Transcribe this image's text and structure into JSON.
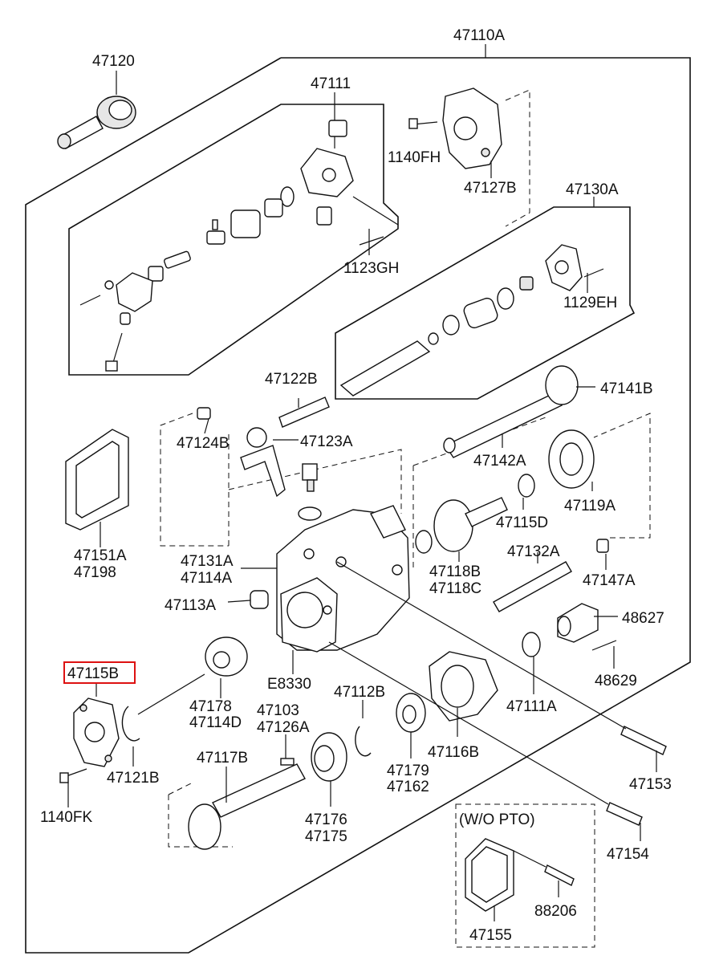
{
  "labels": {
    "assembly": "47110A",
    "shaft": "47120",
    "shift_group": "47111",
    "bolt_1140FH": "1140FH",
    "cover": "47127B",
    "bolt_1123GH": "1123GH",
    "shaft_group": "47130A",
    "bolt_1129EH": "1129EH",
    "spring": "47122B",
    "gear_47141B": "47141B",
    "breather": "47124B",
    "fork": "47123A",
    "shaft_47142A": "47142A",
    "gasket_a": "47151A",
    "gasket_b": "47198",
    "gear_47119A": "47119A",
    "bearing_47115D": "47115D",
    "case_a": "47131A",
    "case_b": "47114A",
    "shaft_47132A": "47132A",
    "gear_a": "47118B",
    "gear_b": "47118C",
    "plug": "47147A",
    "pin": "47113A",
    "part_48627": "48627",
    "bolt_48629": "48629",
    "cover_highlight": "47115B",
    "case_e8330": "E8330",
    "bearing_a": "47178",
    "bearing_b": "47114D",
    "ring_47112B": "47112B",
    "key_a": "47103",
    "key_b": "47126A",
    "seal_47111A": "47111A",
    "snap_ring": "47121B",
    "gear_shaft": "47117B",
    "seal_a": "47179",
    "seal_b": "47162",
    "housing": "47116B",
    "bolt_47153": "47153",
    "bolt_1140FK": "1140FK",
    "bearing_c": "47176",
    "bearing_d": "47175",
    "bolt_47154": "47154",
    "wo_pto": "(W/O PTO)",
    "bolt_88206": "88206",
    "plate": "47155"
  },
  "highlight_color": "#dd1111"
}
